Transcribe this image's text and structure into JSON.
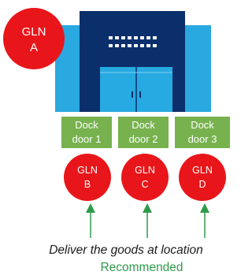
{
  "gln_a": {
    "line1": "GLN",
    "line2": "A"
  },
  "docks": [
    {
      "line1": "Dock",
      "line2": "door 1"
    },
    {
      "line1": "Dock",
      "line2": "door 2"
    },
    {
      "line1": "Dock",
      "line2": "door 3"
    }
  ],
  "gln_points": [
    {
      "line1": "GLN",
      "line2": "B"
    },
    {
      "line1": "GLN",
      "line2": "C"
    },
    {
      "line1": "GLN",
      "line2": "D"
    }
  ],
  "caption": {
    "main": "Deliver the goods at location",
    "sub": "Recommended"
  },
  "colors": {
    "building_light": "#29a9e0",
    "building_dark": "#0b2f6b",
    "door_glass": "#27aae1",
    "dock_green": "#77b24e",
    "circle_red": "#e8161a",
    "arrow_green": "#2e9b4a",
    "caption_green": "#2e9b4a"
  }
}
